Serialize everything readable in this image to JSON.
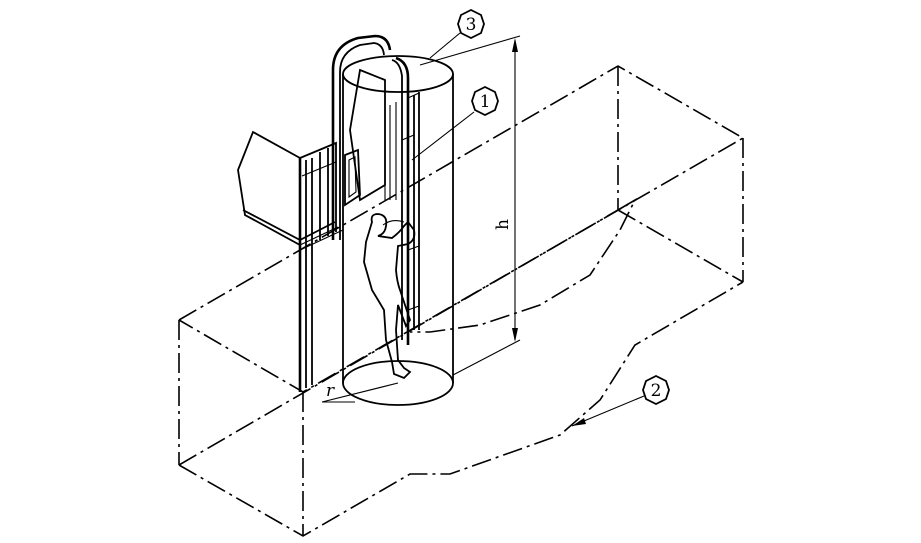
{
  "diagram": {
    "callouts": [
      {
        "id": "callout-1",
        "label": "1"
      },
      {
        "id": "callout-2",
        "label": "2"
      },
      {
        "id": "callout-3",
        "label": "3"
      }
    ],
    "dimensions": {
      "height_label": "h",
      "radius_label": "r"
    },
    "colors": {
      "line": "#000000",
      "background": "#ffffff"
    }
  }
}
